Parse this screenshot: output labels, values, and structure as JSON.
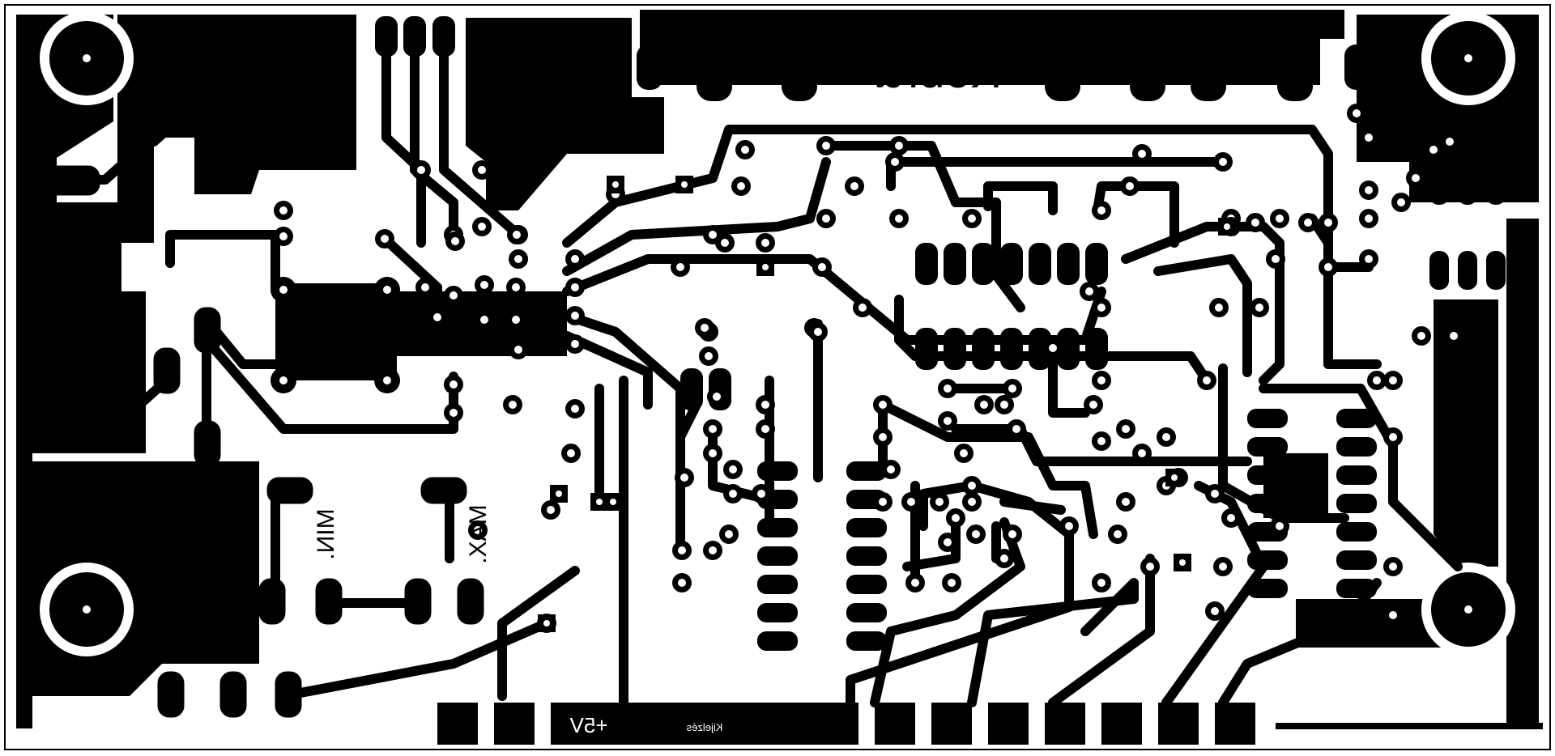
{
  "board": {
    "title": "Kobra",
    "labels": {
      "min": "MIN.",
      "max": "MAX.",
      "plus5v_large": "+5V",
      "plus5v_small": "+5V",
      "output": "Kijelzés"
    }
  },
  "colors": {
    "copper": "#000000",
    "substrate": "#ffffff"
  }
}
